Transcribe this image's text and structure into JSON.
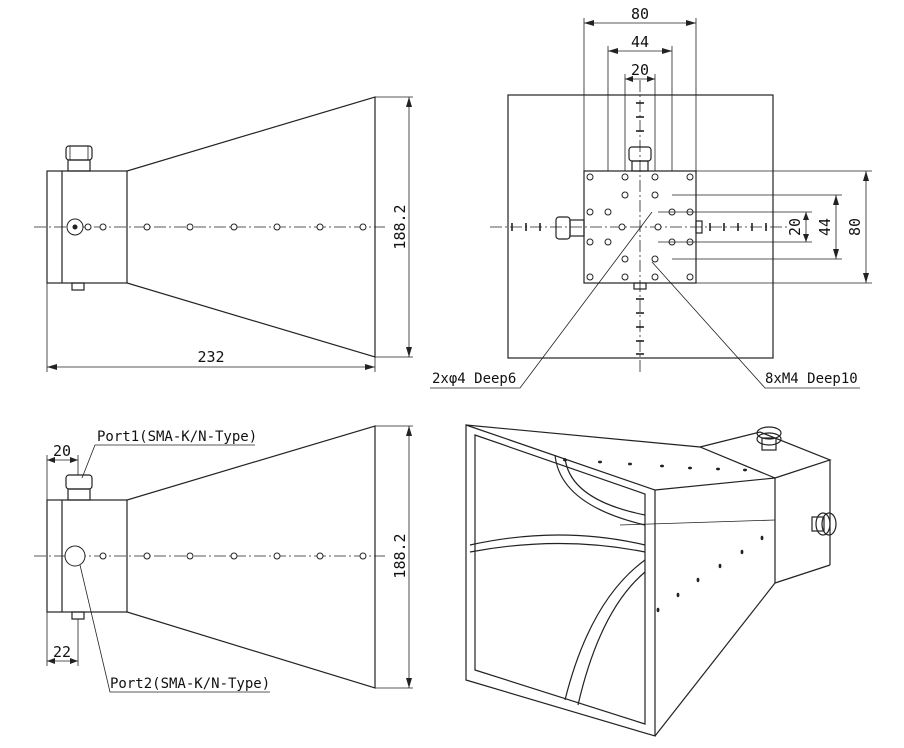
{
  "dimensions": {
    "side_view_top": {
      "height": "188.2",
      "length": "232"
    },
    "front_view": {
      "width_outer": "80",
      "width_mid": "44",
      "width_inner": "20",
      "height_outer": "80",
      "height_mid": "44",
      "height_inner": "20"
    },
    "side_view_bottom": {
      "height": "188.2",
      "port_offset_top": "20",
      "port_offset_bottom": "22"
    }
  },
  "labels": {
    "holes_phi4": "2xφ4  Deep6",
    "holes_m4": "8xM4  Deep10",
    "port1": "Port1(SMA-K/N-Type)",
    "port2": "Port2(SMA-K/N-Type)"
  }
}
